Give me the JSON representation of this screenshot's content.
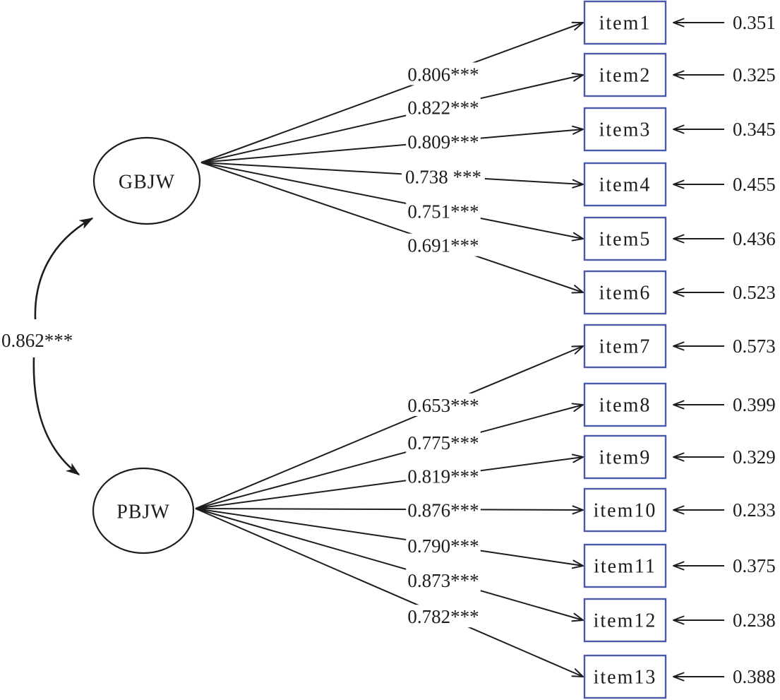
{
  "diagram": {
    "type": "confirmatory factor analysis path diagram",
    "correlation": {
      "label": "0.862***",
      "value": 0.862,
      "between": [
        "GBJW",
        "PBJW"
      ]
    },
    "factors": [
      {
        "label": "GBJW",
        "indicators": [
          {
            "item": "item1",
            "loading_label": "0.806***",
            "loading": 0.806,
            "error_label": "0.351",
            "error": 0.351
          },
          {
            "item": "item2",
            "loading_label": "0.822***",
            "loading": 0.822,
            "error_label": "0.325",
            "error": 0.325
          },
          {
            "item": "item3",
            "loading_label": "0.809***",
            "loading": 0.809,
            "error_label": "0.345",
            "error": 0.345
          },
          {
            "item": "item4",
            "loading_label": "0.738 ***",
            "loading": 0.738,
            "error_label": "0.455",
            "error": 0.455
          },
          {
            "item": "item5",
            "loading_label": "0.751***",
            "loading": 0.751,
            "error_label": "0.436",
            "error": 0.436
          },
          {
            "item": "item6",
            "loading_label": "0.691***",
            "loading": 0.691,
            "error_label": "0.523",
            "error": 0.523
          }
        ]
      },
      {
        "label": "PBJW",
        "indicators": [
          {
            "item": "item7",
            "loading_label": "0.653***",
            "loading": 0.653,
            "error_label": "0.573",
            "error": 0.573
          },
          {
            "item": "item8",
            "loading_label": "0.775***",
            "loading": 0.775,
            "error_label": "0.399",
            "error": 0.399
          },
          {
            "item": "item9",
            "loading_label": "0.819***",
            "loading": 0.819,
            "error_label": "0.329",
            "error": 0.329
          },
          {
            "item": "item10",
            "loading_label": "0.876***",
            "loading": 0.876,
            "error_label": "0.233",
            "error": 0.233
          },
          {
            "item": "item11",
            "loading_label": "0.790***",
            "loading": 0.79,
            "error_label": "0.375",
            "error": 0.375
          },
          {
            "item": "item12",
            "loading_label": "0.873***",
            "loading": 0.873,
            "error_label": "0.238",
            "error": 0.238
          },
          {
            "item": "item13",
            "loading_label": "0.782***",
            "loading": 0.782,
            "error_label": "0.388",
            "error": 0.388
          }
        ]
      }
    ],
    "colors": {
      "background": "#ffffff",
      "line": "#1d1d1d",
      "text": "#1c1c1c",
      "item_box_border": "#4a5aa8"
    }
  }
}
